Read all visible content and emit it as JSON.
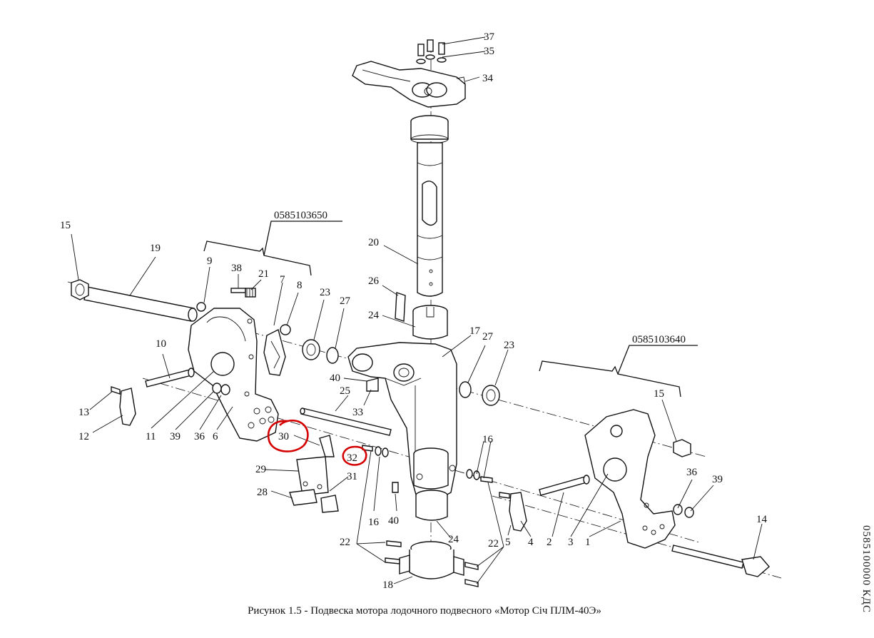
{
  "diagram": {
    "labels": {
      "l1": "1",
      "l2": "2",
      "l3": "3",
      "l4": "4",
      "l5": "5",
      "l6": "6",
      "l7": "7",
      "l8": "8",
      "l9": "9",
      "l10": "10",
      "l11": "11",
      "l12": "12",
      "l13": "13",
      "l14": "14",
      "l15a": "15",
      "l15b": "15",
      "l16a": "16",
      "l16b": "16",
      "l17": "17",
      "l18": "18",
      "l19": "19",
      "l20": "20",
      "l21": "21",
      "l22a": "22",
      "l22b": "22",
      "l23a": "23",
      "l23b": "23",
      "l24a": "24",
      "l24b": "24",
      "l25": "25",
      "l26": "26",
      "l27a": "27",
      "l27b": "27",
      "l28": "28",
      "l29": "29",
      "l30": "30",
      "l31": "31",
      "l32": "32",
      "l33": "33",
      "l34": "34",
      "l35": "35",
      "l36a": "36",
      "l36b": "36",
      "l37": "37",
      "l38": "38",
      "l39a": "39",
      "l39b": "39",
      "l40a": "40",
      "l40b": "40"
    },
    "assembly_left": "0585103650",
    "assembly_right": "0585103640",
    "highlight_color": "#d40000"
  },
  "caption": "Рисунок 1.5 - Подвеска мотора лодочного подвесного «Мотор Січ ПЛМ-40Э»",
  "document_number": "0585100000 КДС"
}
